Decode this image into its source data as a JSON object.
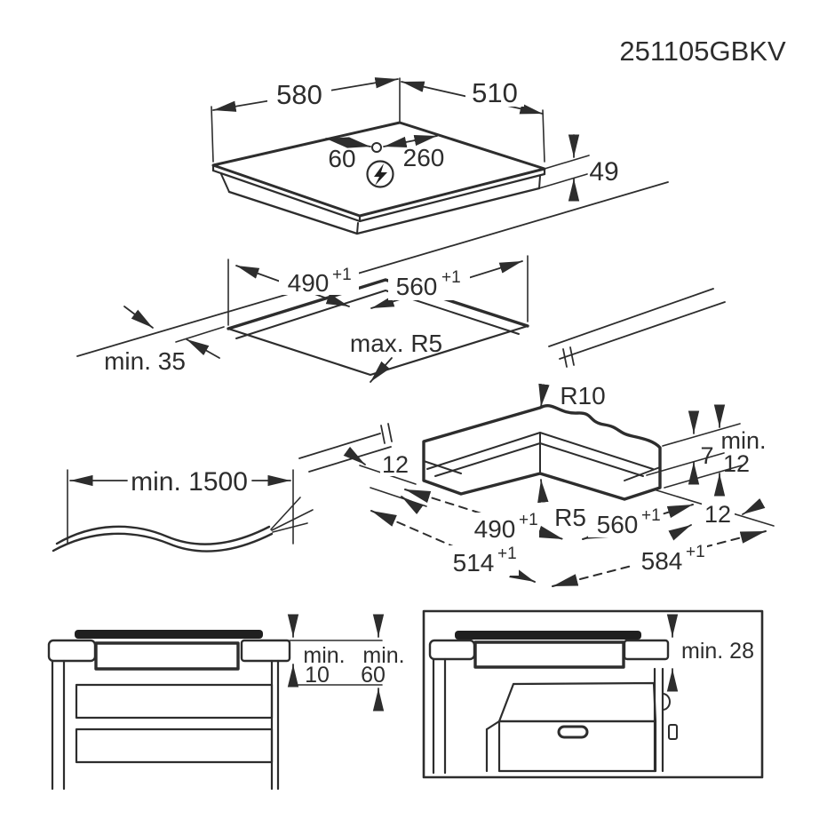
{
  "title": "251105GBKV",
  "colors": {
    "line": "#2d2d2d",
    "background": "#ffffff"
  },
  "hob": {
    "width": "580",
    "depth": "510",
    "height": "49",
    "cable_offset_left": "60",
    "cable_offset_right": "260",
    "power_icon": "lightning-in-circle"
  },
  "cutout": {
    "width": "490",
    "depth": "560",
    "tol": "+1",
    "corner_radius": "max. R5",
    "edge_distance": "min. 35"
  },
  "flush": {
    "radius_top": "R10",
    "radius_bottom": "R5",
    "step_depth": "7",
    "min_word": "min.",
    "min_value": "12",
    "ledge_left": "12",
    "ledge_right": "12",
    "width": "490",
    "depth": "560",
    "outer_width": "514",
    "outer_depth": "584",
    "tol": "+1"
  },
  "cable": {
    "length": "min. 1500"
  },
  "drawers": {
    "w1": "min.",
    "v1": "10",
    "w2": "min.",
    "v2": "60"
  },
  "oven": {
    "clearance": "min. 28"
  }
}
